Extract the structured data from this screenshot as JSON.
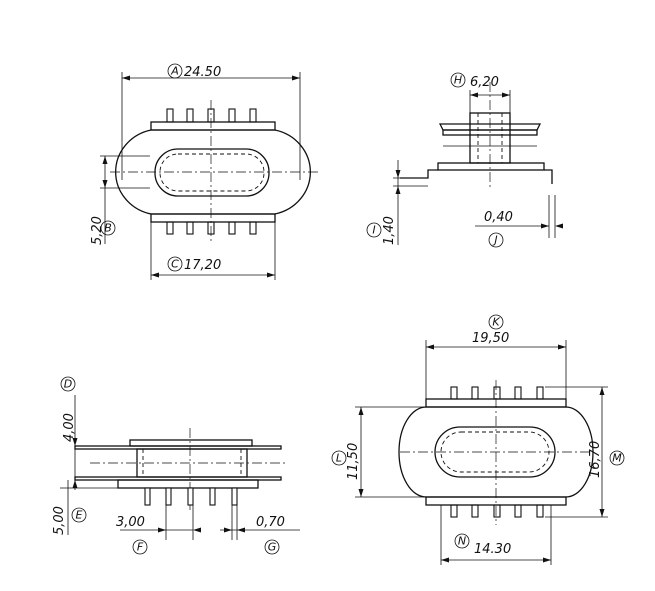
{
  "views": {
    "top": {
      "dims": {
        "A": {
          "letter": "A",
          "value": "24.50"
        },
        "B": {
          "letter": "B",
          "value": "5,20"
        },
        "C": {
          "letter": "C",
          "value": "17,20"
        }
      }
    },
    "side_right": {
      "dims": {
        "H": {
          "letter": "H",
          "value": "6,20"
        },
        "I": {
          "letter": "I",
          "value": "1,40"
        },
        "J": {
          "letter": "J",
          "value": "0,40"
        }
      }
    },
    "side_left": {
      "dims": {
        "D": {
          "letter": "D",
          "value": "4,00"
        },
        "E": {
          "letter": "E",
          "value": "5,00"
        },
        "F": {
          "letter": "F",
          "value": "3,00"
        },
        "G": {
          "letter": "G",
          "value": "0,70"
        }
      }
    },
    "bottom": {
      "dims": {
        "K": {
          "letter": "K",
          "value": "19,50"
        },
        "L": {
          "letter": "L",
          "value": "11,50"
        },
        "M": {
          "letter": "M",
          "value": "16,70"
        },
        "N": {
          "letter": "N",
          "value": "14.30"
        }
      }
    }
  }
}
